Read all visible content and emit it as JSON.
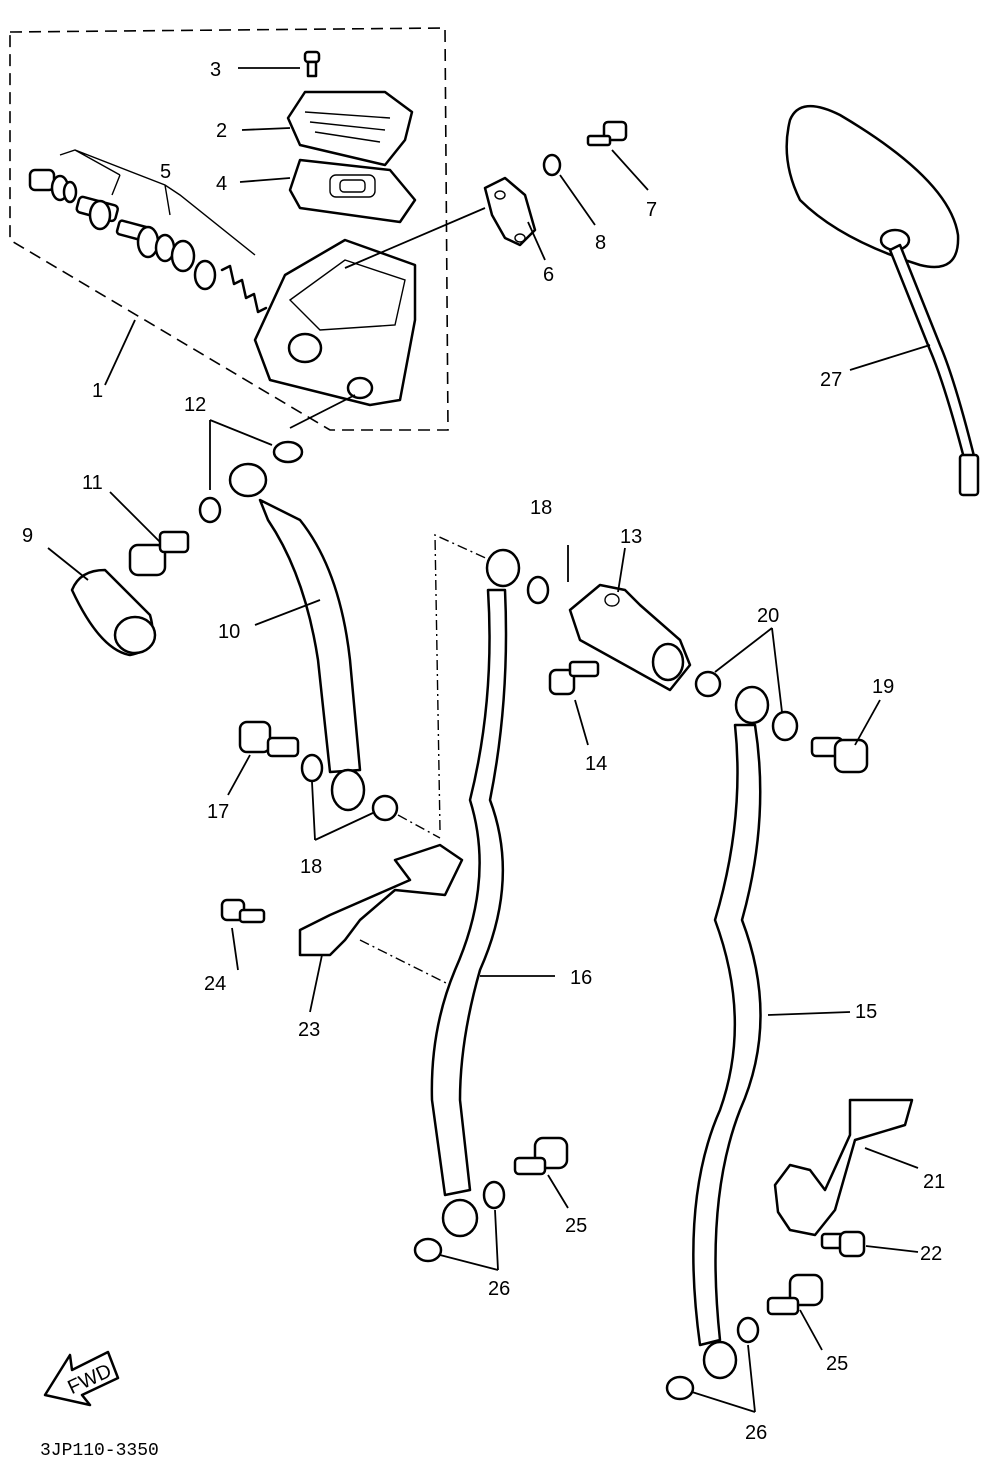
{
  "diagram": {
    "code": "3JP110-3350",
    "fwd_label": "FWD",
    "labels": {
      "p1": "1",
      "p2": "2",
      "p3": "3",
      "p4": "4",
      "p5": "5",
      "p6": "6",
      "p7": "7",
      "p8": "8",
      "p9": "9",
      "p10": "10",
      "p11": "11",
      "p12": "12",
      "p13": "13",
      "p14": "14",
      "p15": "15",
      "p16": "16",
      "p17": "17",
      "p18a": "18",
      "p18b": "18",
      "p19": "19",
      "p20": "20",
      "p21": "21",
      "p22": "22",
      "p23": "23",
      "p24": "24",
      "p25a": "25",
      "p25b": "25",
      "p26a": "26",
      "p26b": "26",
      "p27": "27"
    }
  }
}
